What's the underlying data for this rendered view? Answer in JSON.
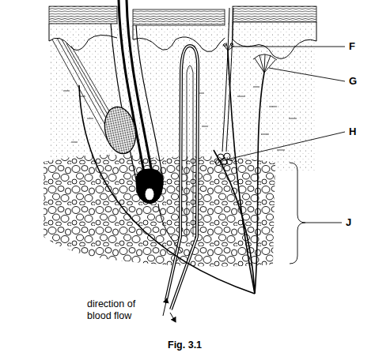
{
  "diagram": {
    "caption": "Fig. 3.1",
    "labels": [
      "F",
      "G",
      "H",
      "J",
      "direction of blood flow"
    ]
  }
}
